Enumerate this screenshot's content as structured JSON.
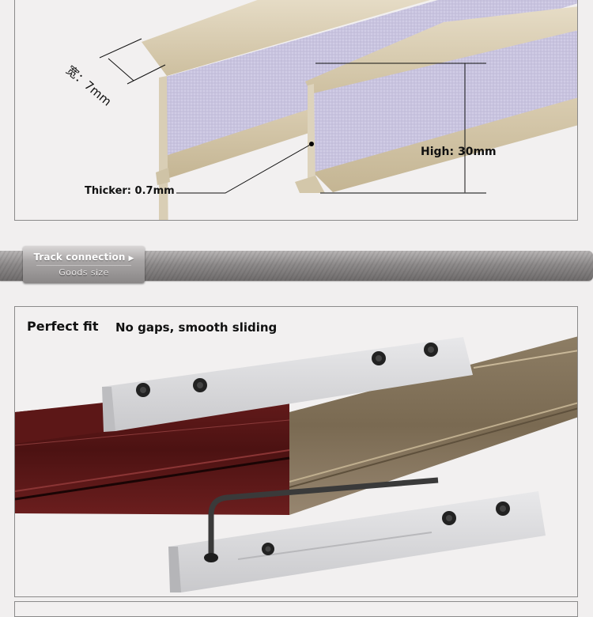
{
  "colors": {
    "background": "#f1efef",
    "panel_border": "#8b8a8a",
    "track_beige": "#d8ccb2",
    "velvet_lavender": "#c9c4e0",
    "track_brown_red": "#5a1616",
    "track_bronze": "#8a7a63",
    "connector_silver": "#d8d8da",
    "banner_gray": "#8e8b8b"
  },
  "dimensions_panel": {
    "width_label": "宽：7mm",
    "height_label": "High: 30mm",
    "thickness_label": "Thicker: 0.7mm"
  },
  "section_banner": {
    "title": "Track connection",
    "arrow_icon": "▶",
    "subtitle": "Goods size"
  },
  "connection_panel": {
    "heading": "Perfect fit",
    "tagline": "No gaps, smooth sliding"
  }
}
